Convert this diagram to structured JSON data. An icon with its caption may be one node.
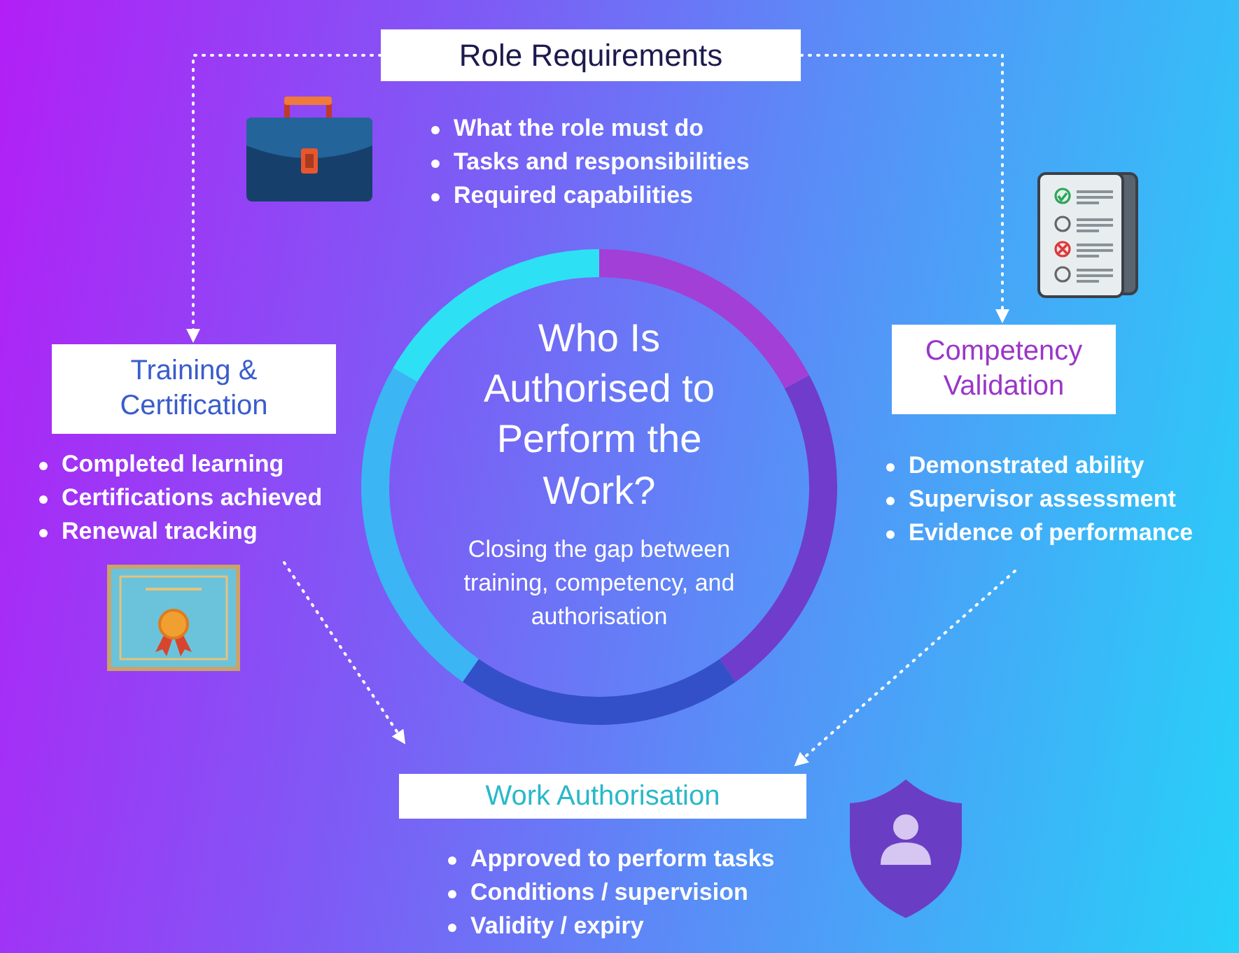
{
  "diagram": {
    "nodes": [
      {
        "text": [
          "Role Requirements"
        ],
        "beside": [
          "What the role must do",
          "Tasks and responsibilities",
          "Required capabilities"
        ]
      },
      {
        "text": [
          "Training & Certification"
        ],
        "beside": [
          "Completed learning",
          "Certifications achieved",
          "Renewal tracking"
        ]
      },
      {
        "text": [
          "Competency Validation"
        ],
        "beside": [
          "Demonstrated ability",
          "Supervisor assessment",
          "Evidence of performance"
        ]
      },
      {
        "text": [
          "Work Authorisation"
        ],
        "beside": [
          "Approved to perform tasks",
          "Conditions / supervision",
          "Validity / expiry"
        ]
      },
      {
        "text": [
          "Who Is Authorised to Perform the Work?",
          "Closing the gap between training, competency, and authorisation"
        ]
      }
    ],
    "edges": [
      {
        "from": 0,
        "to": 1,
        "arrow": "to",
        "style": "dashed"
      },
      {
        "from": 0,
        "to": 2,
        "arrow": "to",
        "style": "dashed"
      },
      {
        "from": 1,
        "to": 3,
        "arrow": "to",
        "style": "dashed"
      },
      {
        "from": 2,
        "to": 3,
        "arrow": "to",
        "style": "dashed"
      }
    ]
  }
}
